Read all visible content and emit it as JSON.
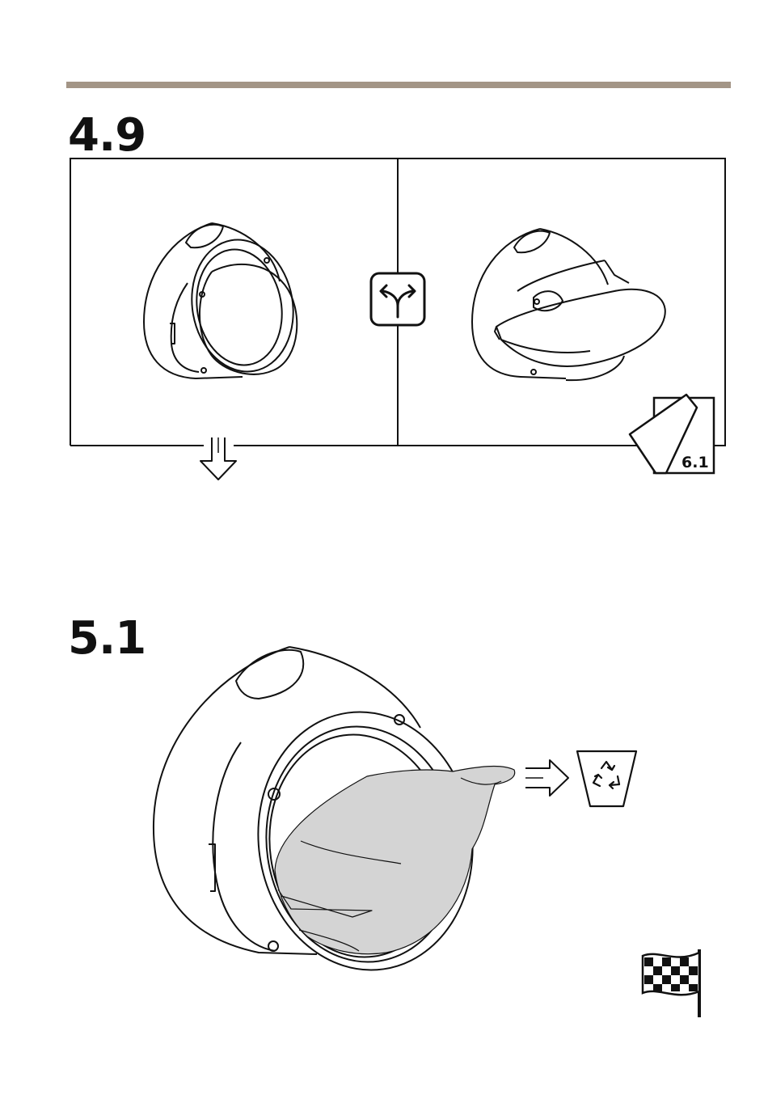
{
  "colors": {
    "rule": "#a39586",
    "line": "#111111",
    "film": "#d4d4d4"
  },
  "steps": [
    {
      "number": "4.9",
      "icons": [
        "camera-dome-icon",
        "fork-choice-icon",
        "camera-weathershield-icon",
        "down-arrow-icon",
        "page-reference-icon"
      ],
      "page_reference": "6.1"
    },
    {
      "number": "5.1",
      "icons": [
        "camera-protective-film-icon",
        "right-arrow-icon",
        "recycle-bin-icon",
        "finish-flag-icon"
      ]
    }
  ]
}
